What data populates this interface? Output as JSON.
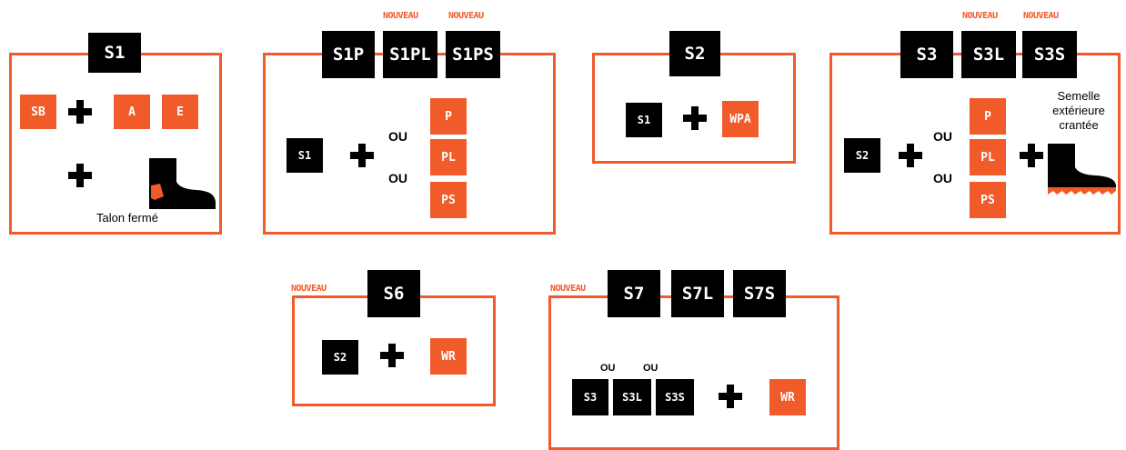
{
  "colors": {
    "accent": "#f15a29",
    "black": "#000000"
  },
  "labels": {
    "nouveau": "NOUVEAU",
    "ou": "OU",
    "talon": "Talon fermé",
    "semelle": "Semelle extérieure crantée"
  },
  "icons": {
    "plus": "plus-icon",
    "boot": "boot-icon"
  },
  "s1": {
    "title": "S1",
    "sb": "SB",
    "a": "A",
    "e": "E"
  },
  "s1p": {
    "titles": [
      "S1P",
      "S1PL",
      "S1PS"
    ],
    "base": "S1",
    "options": [
      "P",
      "PL",
      "PS"
    ]
  },
  "s2": {
    "title": "S2",
    "base": "S1",
    "add": "WPA"
  },
  "s3": {
    "titles": [
      "S3",
      "S3L",
      "S3S"
    ],
    "base": "S2",
    "options": [
      "P",
      "PL",
      "PS"
    ]
  },
  "s6": {
    "title": "S6",
    "base": "S2",
    "add": "WR"
  },
  "s7": {
    "titles": [
      "S7",
      "S7L",
      "S7S"
    ],
    "bases": [
      "S3",
      "S3L",
      "S3S"
    ],
    "add": "WR"
  }
}
